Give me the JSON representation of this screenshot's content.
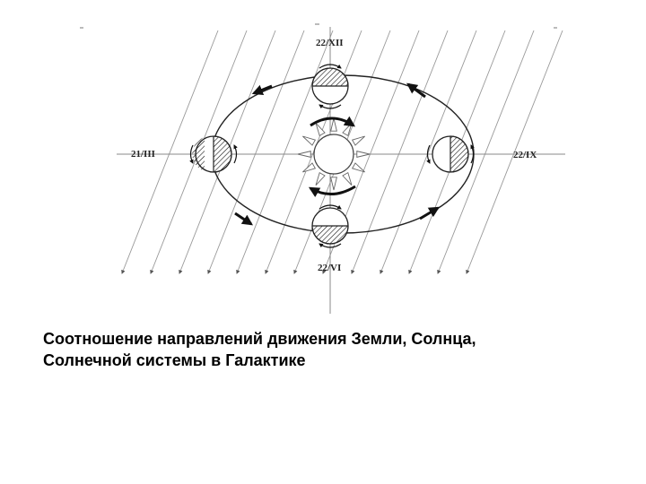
{
  "diagram": {
    "labels": {
      "top": "22/XII",
      "bottom": "22/VI",
      "left": "21/III",
      "right": "22/IX"
    }
  },
  "caption": {
    "line1": "Соотношение направлений движения Земли, Солнца,",
    "line2": "Солнечной системы в Галактике"
  }
}
